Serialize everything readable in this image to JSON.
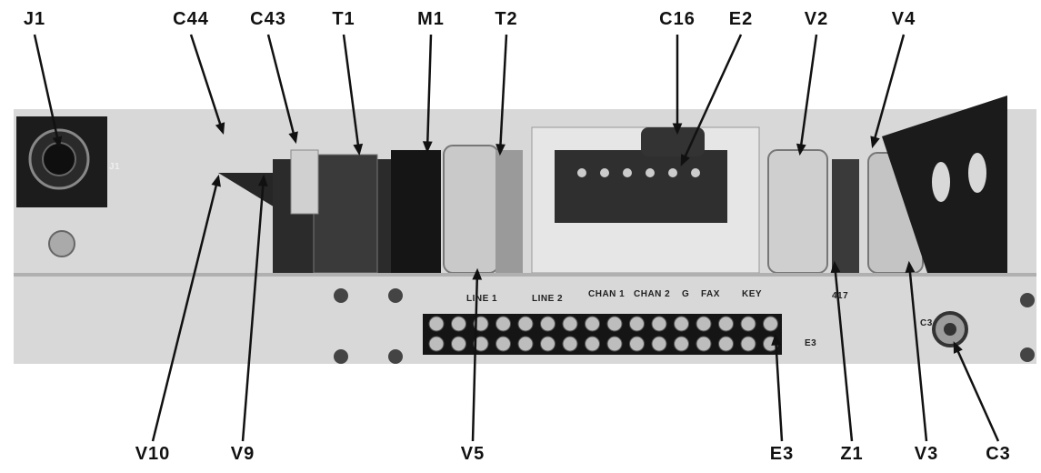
{
  "callouts_top": [
    "J1",
    "C44",
    "C43",
    "T1",
    "M1",
    "T2",
    "C16",
    "E2",
    "V2",
    "V4"
  ],
  "callouts_bottom": [
    "V10",
    "V9",
    "V5",
    "E3",
    "Z1",
    "V3",
    "C3"
  ],
  "terminal_labels": [
    "LINE 1",
    "LINE 2",
    "CHAN 1",
    "CHAN 2",
    "G",
    "FAX",
    "KEY"
  ],
  "panel_marks": {
    "j1": "J1",
    "e3": "E3",
    "c3": "C3",
    "part_no": "417"
  },
  "colors": {
    "chassis": "#d9d9d9",
    "dark": "#1a1a1a",
    "metal": "#bdbdbd"
  }
}
